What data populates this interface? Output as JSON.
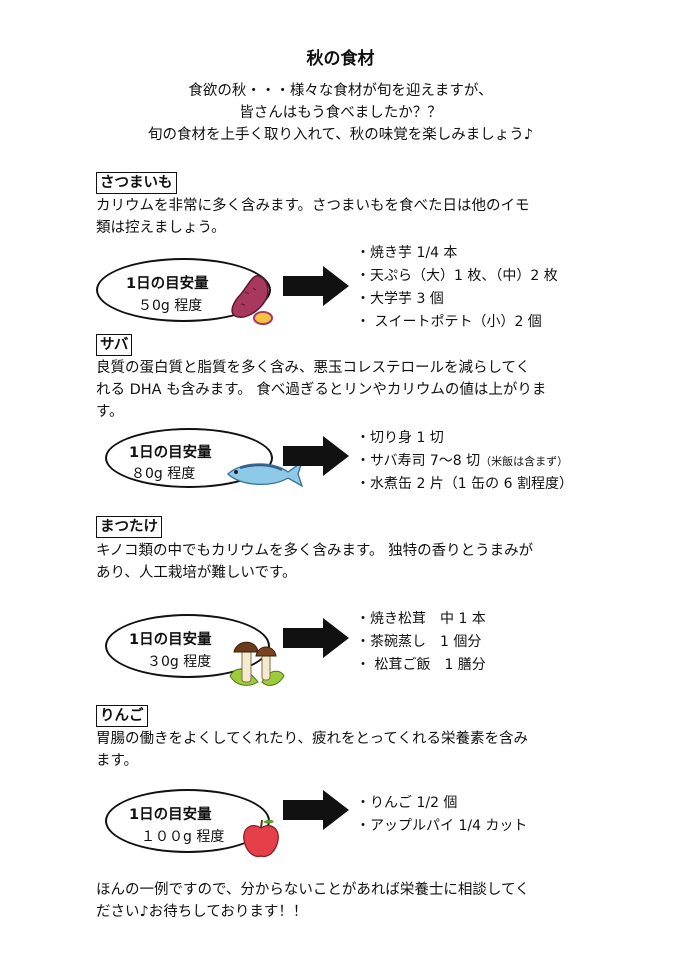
{
  "title": "秋の食材",
  "intro": [
    "食欲の秋・・・様々な食材が旬を迎えますが、",
    "皆さんはもう食べましたか？？",
    "旬の食材を上手く取り入れて、秋の味覚を楽しみましょう♪"
  ],
  "sections": [
    {
      "heading": "さつまいも",
      "body": [
        "カリウムを非常に多く含みます。さつまいもを食べた日は他のイモ",
        "類は控えましょう。"
      ],
      "oval_title": "1日の目安量",
      "oval_amount": "５0g 程度",
      "items": [
        "・焼き芋 1/4 本",
        "・天ぷら（大）1 枚、（中）2 枚",
        "・大学芋 3 個",
        "・ スイートポテト（小）2 個"
      ],
      "icon": "sweet-potato-icon"
    },
    {
      "heading": "サバ",
      "body": [
        "良質の蛋白質と脂質を多く含み、悪玉コレステロールを減らしてく",
        "れる DHA も含みます。 食べ過ぎるとリンやカリウムの値は上がりま",
        "す。"
      ],
      "oval_title": "1日の目安量",
      "oval_amount": "８0g 程度",
      "items": [
        "・切り身 1 切",
        "・サバ寿司 7〜8 切",
        "・水煮缶 2 片（1 缶の 6 割程度）"
      ],
      "items_note": "（米飯は含まず）",
      "icon": "mackerel-icon"
    },
    {
      "heading": "まつたけ",
      "body": [
        "キノコ類の中でもカリウムを多く含みます。 独特の香りとうまみが",
        "あり、人工栽培が難しいです。"
      ],
      "oval_title": "1日の目安量",
      "oval_amount": "３0g 程度",
      "items": [
        "・焼き松茸　中 1 本",
        "・茶碗蒸し　1 個分",
        "・ 松茸ご飯　1 膳分"
      ],
      "icon": "matsutake-icon"
    },
    {
      "heading": "りんご",
      "body": [
        "胃腸の働きをよくしてくれたり、疲れをとってくれる栄養素を含み",
        "ます。"
      ],
      "oval_title": "1日の目安量",
      "oval_amount": "１００g 程度",
      "items": [
        "・りんご 1/2 個",
        "・アップルパイ 1/4 カット"
      ],
      "icon": "apple-icon"
    }
  ],
  "closing": [
    "ほんの一例ですので、分からないことがあれば栄養士に相談してく",
    "ださい♪お待ちしております！！"
  ]
}
